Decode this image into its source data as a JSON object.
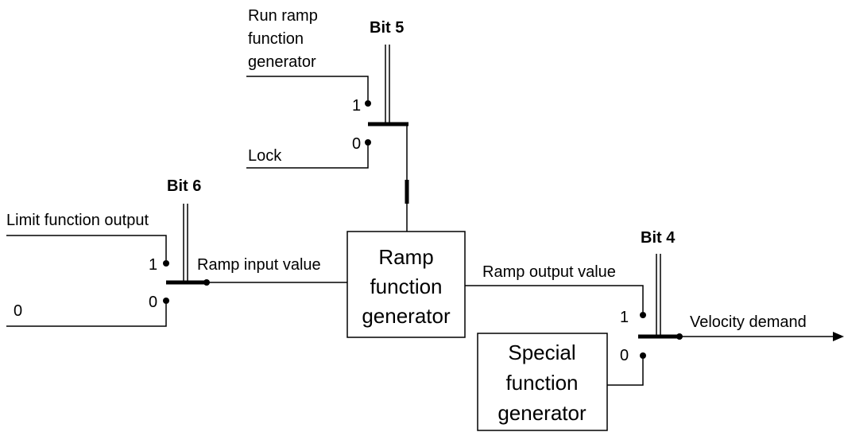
{
  "labels": {
    "run_ramp_line1": "Run ramp",
    "run_ramp_line2": "function",
    "run_ramp_line3": "generator",
    "lock": "Lock",
    "limit_function_output": "Limit function output",
    "zero_input": "0",
    "ramp_input_value": "Ramp input value",
    "ramp_output_value": "Ramp output value",
    "velocity_demand": "Velocity demand"
  },
  "switches": {
    "bit5": {
      "title": "Bit 5",
      "pos1": "1",
      "pos0": "0"
    },
    "bit6": {
      "title": "Bit 6",
      "pos1": "1",
      "pos0": "0"
    },
    "bit4": {
      "title": "Bit 4",
      "pos1": "1",
      "pos0": "0"
    }
  },
  "blocks": {
    "ramp_generator": {
      "line1": "Ramp",
      "line2": "function",
      "line3": "generator"
    },
    "special_generator": {
      "line1": "Special",
      "line2": "function",
      "line3": "generator"
    }
  }
}
